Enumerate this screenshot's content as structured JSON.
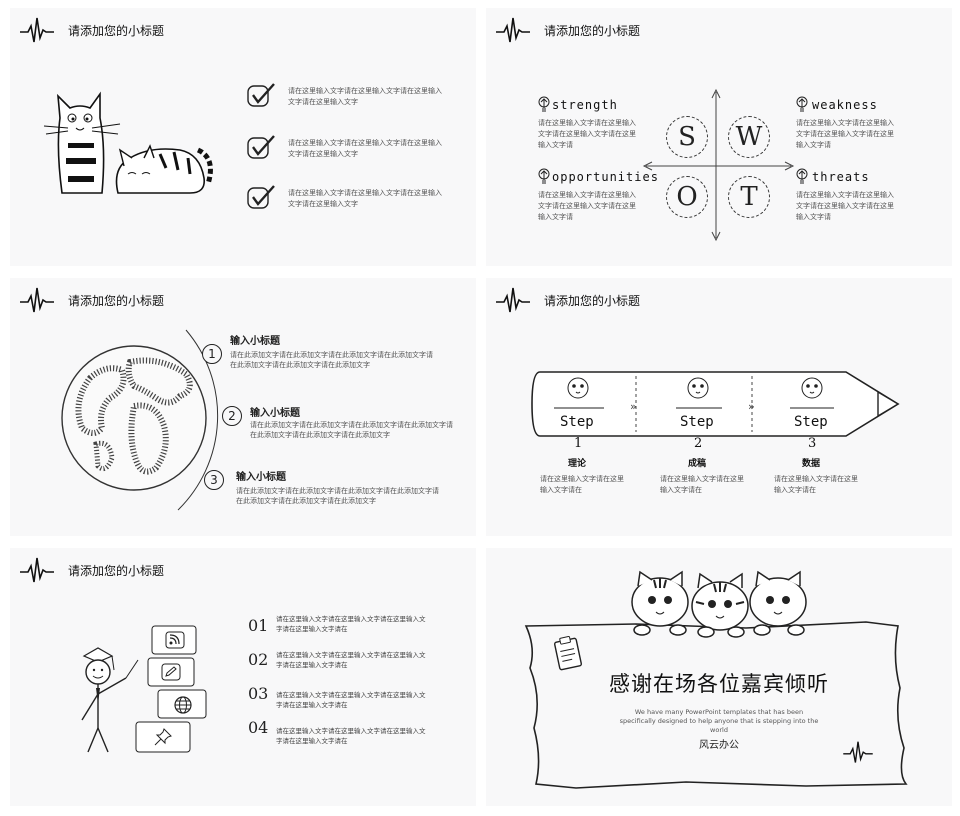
{
  "subtitle": "请添加您的小标题",
  "placeholder_text": "请在这里输入文字请在这里输入文字请在这里输入文字请在这里输入文字",
  "slide1": {
    "items": [
      {
        "text": "请在这里输入文字请在这里输入文字请在这里输入文字请在这里输入文字"
      },
      {
        "text": "请在这里输入文字请在这里输入文字请在这里输入文字请在这里输入文字"
      },
      {
        "text": "请在这里输入文字请在这里输入文字请在这里输入文字请在这里输入文字"
      }
    ]
  },
  "slide2": {
    "strength": {
      "title": "strength",
      "letter": "S",
      "text": "请在这里输入文字请在这里输入文字请在这里输入文字请在这里输入文字请"
    },
    "weakness": {
      "title": "weakness",
      "letter": "W",
      "text": "请在这里输入文字请在这里输入文字请在这里输入文字请在这里输入文字请"
    },
    "opportunities": {
      "title": "opportunities",
      "letter": "O",
      "text": "请在这里输入文字请在这里输入文字请在这里输入文字请在这里输入文字请"
    },
    "threats": {
      "title": "threats",
      "letter": "T",
      "text": "请在这里输入文字请在这里输入文字请在这里输入文字请在这里输入文字请"
    }
  },
  "slide3": {
    "items": [
      {
        "num": "1",
        "title": "输入小标题",
        "text": "请在此添加文字请在此添加文字请在此添加文字请在此添加文字请在此添加文字请在此添加文字请在此添加文字"
      },
      {
        "num": "2",
        "title": "输入小标题",
        "text": "请在此添加文字请在此添加文字请在此添加文字请在此添加文字请在此添加文字请在此添加文字请在此添加文字"
      },
      {
        "num": "3",
        "title": "输入小标题",
        "text": "请在此添加文字请在此添加文字请在此添加文字请在此添加文字请在此添加文字请在此添加文字请在此添加文字"
      }
    ]
  },
  "slide4": {
    "steps": [
      {
        "label": "Step",
        "num": "1",
        "name": "理论",
        "text": "请在这里输入文字请在这里输入文字请在"
      },
      {
        "label": "Step",
        "num": "2",
        "name": "成稿",
        "text": "请在这里输入文字请在这里输入文字请在"
      },
      {
        "label": "Step",
        "num": "3",
        "name": "数据",
        "text": "请在这里输入文字请在这里输入文字请在"
      }
    ]
  },
  "slide5": {
    "items": [
      {
        "num": "01",
        "text": "请在这里输入文字请在这里输入文字请在这里输入文字请在这里输入文字请在"
      },
      {
        "num": "02",
        "text": "请在这里输入文字请在这里输入文字请在这里输入文字请在这里输入文字请在"
      },
      {
        "num": "03",
        "text": "请在这里输入文字请在这里输入文字请在这里输入文字请在这里输入文字请在"
      },
      {
        "num": "04",
        "text": "请在这里输入文字请在这里输入文字请在这里输入文字请在这里输入文字请在"
      }
    ]
  },
  "slide6": {
    "title": "感谢在场各位嘉宾倾听",
    "english": "We have many PowerPoint templates that has been specifically designed to help anyone that is stepping into the world",
    "brand": "风云办公"
  },
  "icons": {
    "pulse": "heartbeat-pulse-icon",
    "check": "checkbox-check-icon",
    "bulb": "light-bulb-icon",
    "rss": "rss-icon",
    "pencil": "pencil-icon",
    "globe": "globe-icon",
    "pin": "pushpin-icon",
    "clipboard": "clipboard-icon"
  },
  "colors": {
    "ink": "#222222",
    "slide_bg": "#f8f8f9",
    "page_bg": "#ffffff"
  }
}
